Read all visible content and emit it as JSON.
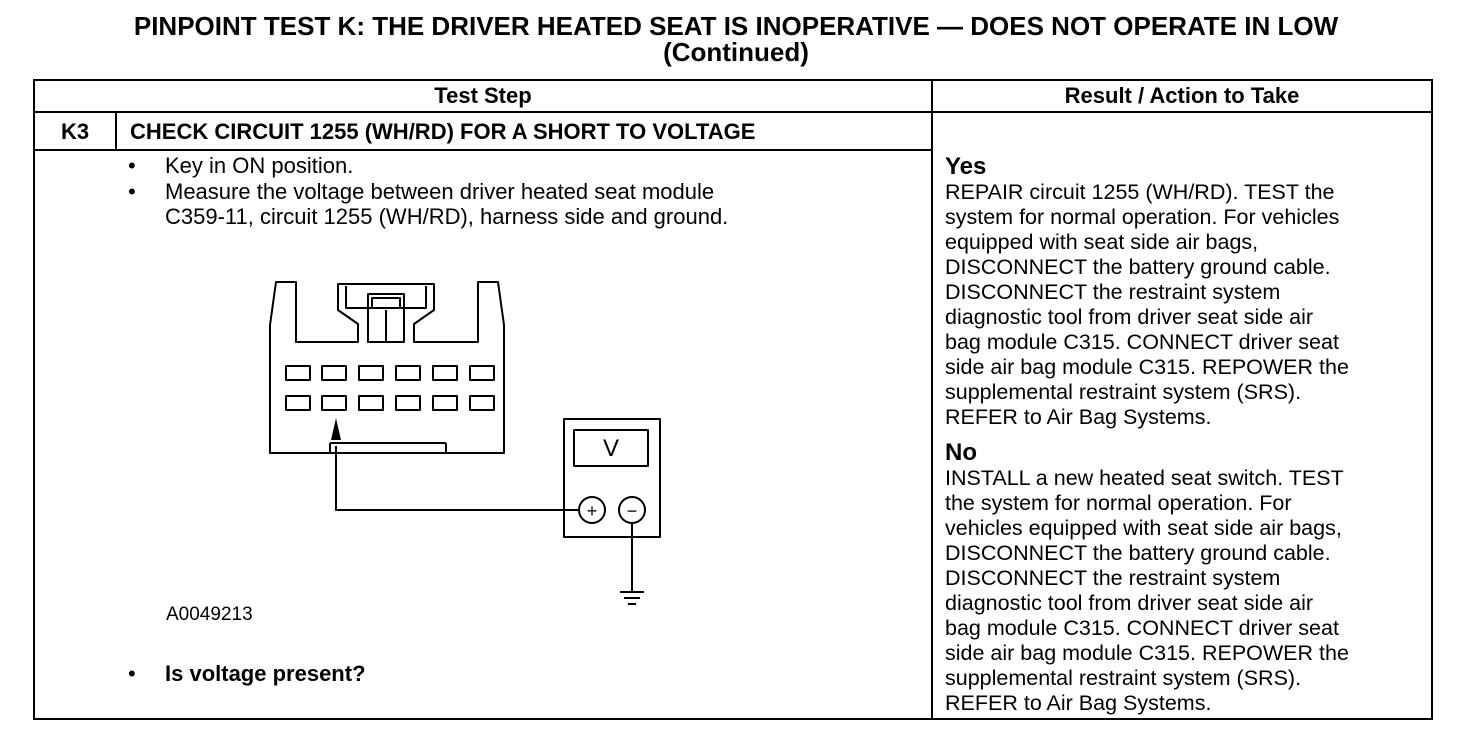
{
  "title": {
    "line1": "PINPOINT TEST  K: THE DRIVER HEATED SEAT IS INOPERATIVE — DOES NOT OPERATE IN LOW",
    "line2": "(Continued)"
  },
  "table": {
    "col_test_step": "Test Step",
    "col_result": "Result / Action to Take"
  },
  "step": {
    "id": "K3",
    "title": "CHECK CIRCUIT 1255 (WH/RD) FOR A SHORT TO VOLTAGE",
    "bullets": [
      "Key in ON position.",
      "Measure the voltage between driver heated seat module\nC359-11, circuit 1255 (WH/RD), harness side and ground."
    ],
    "figure_id": "A0049213",
    "question": "Is voltage present?",
    "meter_label": "V",
    "plus": "+",
    "minus": "−"
  },
  "results": {
    "yes_label": "Yes",
    "yes_text": "REPAIR circuit 1255 (WH/RD). TEST the\nsystem for normal operation. For vehicles\nequipped with seat side air bags,\nDISCONNECT the battery ground cable.\nDISCONNECT the restraint system\ndiagnostic tool from driver seat side air\nbag module C315.  CONNECT driver seat\nside air bag module C315. REPOWER the\nsupplemental restraint system (SRS).\nREFER to Air Bag Systems.",
    "no_label": "No",
    "no_text": "INSTALL a new heated seat switch. TEST\nthe system for normal operation. For\nvehicles equipped with seat side air bags,\nDISCONNECT the battery ground cable.\nDISCONNECT the restraint system\ndiagnostic tool from driver seat side air\nbag module  C315. CONNECT driver seat\nside air bag module C315. REPOWER the\nsupplemental restraint system (SRS).\nREFER to Air Bag Systems."
  }
}
